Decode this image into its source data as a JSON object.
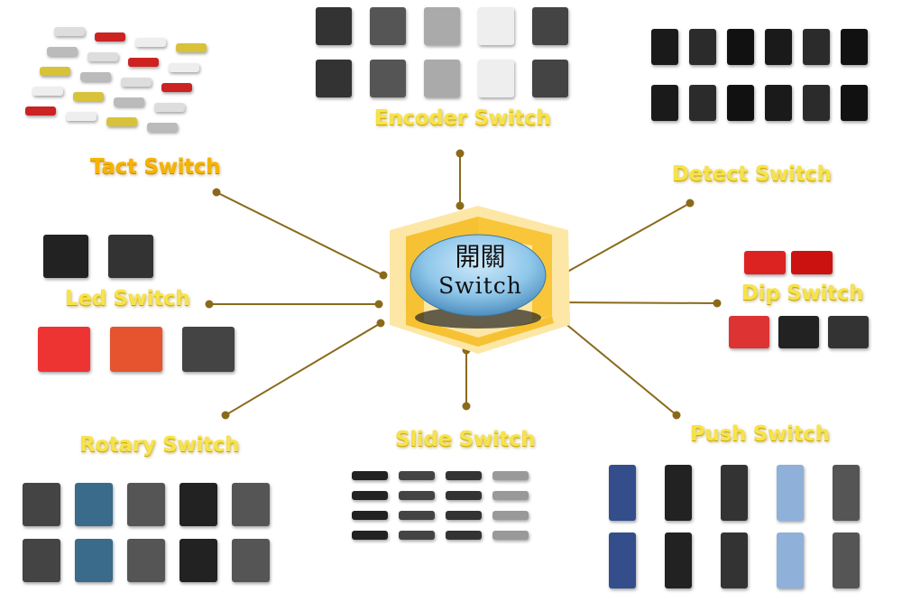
{
  "center": {
    "title_zh": "開關",
    "title_en": "Switch"
  },
  "categories": [
    {
      "id": "tact",
      "label": "Tact Switch"
    },
    {
      "id": "encoder",
      "label": "Encoder Switch"
    },
    {
      "id": "detect",
      "label": "Detect Switch"
    },
    {
      "id": "led",
      "label": "Led Switch"
    },
    {
      "id": "dip",
      "label": "Dip Switch"
    },
    {
      "id": "rotary",
      "label": "Rotary Switch"
    },
    {
      "id": "slide",
      "label": "Slide Switch"
    },
    {
      "id": "push",
      "label": "Push Switch"
    }
  ],
  "colors": {
    "connector": "#8a6a1a",
    "hex_dark": "#f5c030",
    "hex_light": "#fde8a8",
    "label": "#f7e34a",
    "tact_label": "#f5b400"
  }
}
